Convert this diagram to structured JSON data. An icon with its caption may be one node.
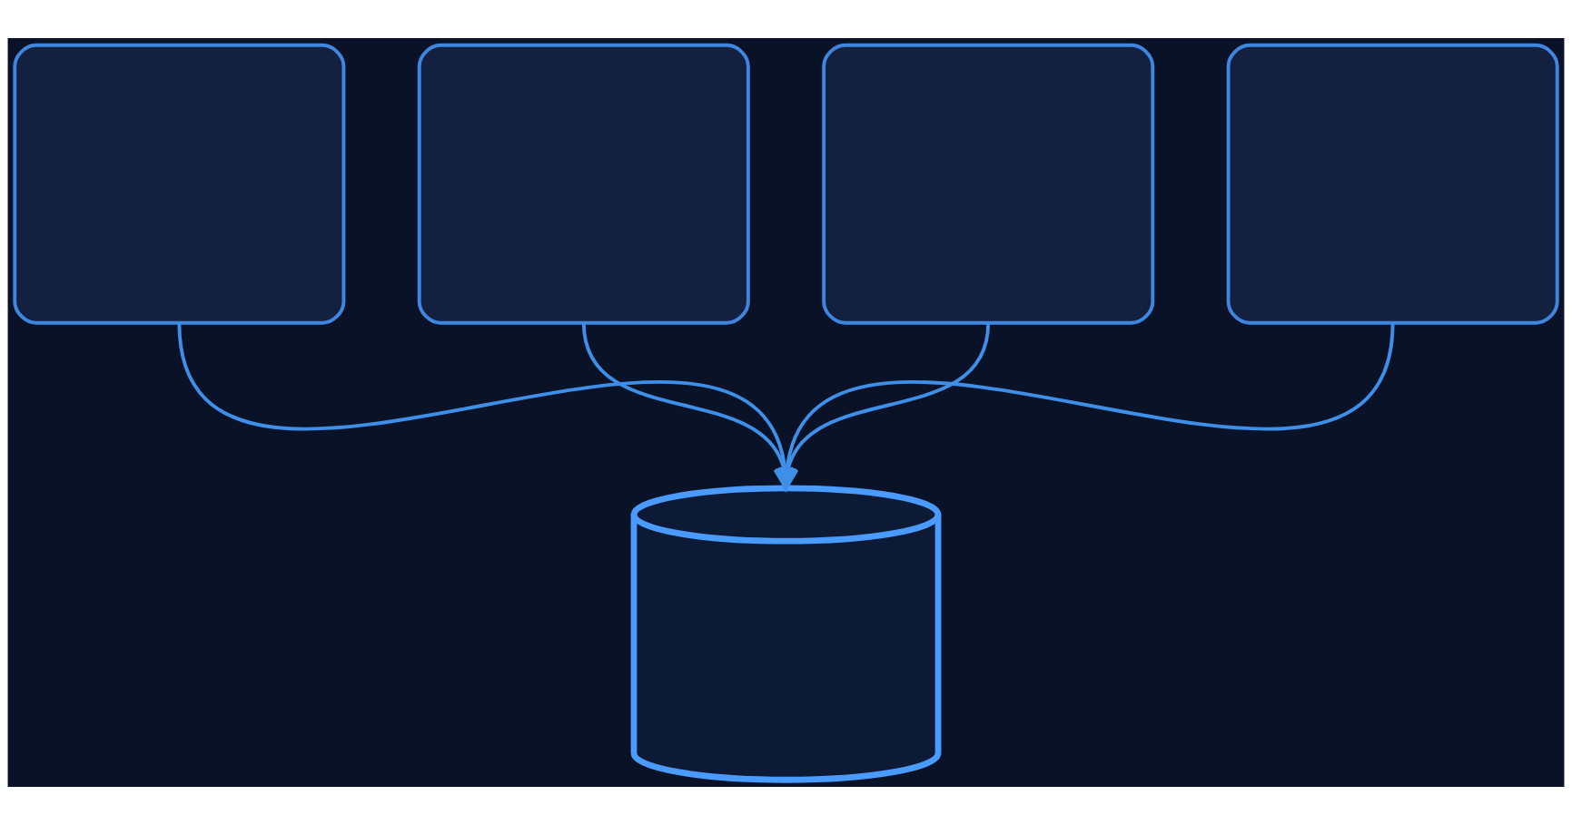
{
  "diagram": {
    "nodes": [
      {
        "text": [],
        "shape": "box"
      },
      {
        "text": [],
        "shape": "box"
      },
      {
        "text": [],
        "shape": "box"
      },
      {
        "text": [],
        "shape": "box"
      },
      {
        "text": [],
        "shape": "cylinder"
      }
    ],
    "edges": [
      {
        "from": 0,
        "to": 4,
        "arrow": "to"
      },
      {
        "from": 1,
        "to": 4,
        "arrow": "to"
      },
      {
        "from": 2,
        "to": 4,
        "arrow": "to"
      },
      {
        "from": 3,
        "to": 4,
        "arrow": "to"
      }
    ]
  }
}
